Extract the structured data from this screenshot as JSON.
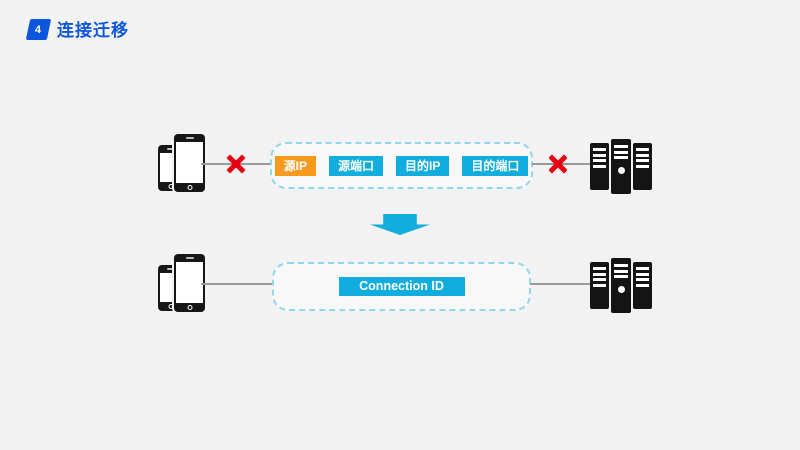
{
  "header": {
    "badge_number": "4",
    "title": "连接迁移",
    "accent_color": "#0C56DE"
  },
  "before_row": {
    "fields": [
      {
        "label": "源IP",
        "color": "#F8991D"
      },
      {
        "label": "源端口",
        "color": "#10ADDE"
      },
      {
        "label": "目的IP",
        "color": "#10ADDE"
      },
      {
        "label": "目的端口",
        "color": "#10ADDE"
      }
    ],
    "left_link": "broken",
    "right_link": "broken"
  },
  "after_row": {
    "field": {
      "label": "Connection ID",
      "color": "#10ADDE"
    },
    "left_link": "connected",
    "right_link": "connected"
  },
  "icons": {
    "client": "smartphones-icon",
    "server": "server-rack-icon",
    "broken_link": "red-x-icon",
    "transform": "down-arrow-icon"
  },
  "colors": {
    "background": "#F2F2F2",
    "dashed_border": "#8FD6EE",
    "broken_x_red": "#E60012",
    "link_line": "#999999",
    "icon_black": "#141414",
    "cyan": "#10ADDE",
    "orange": "#F8991D"
  }
}
